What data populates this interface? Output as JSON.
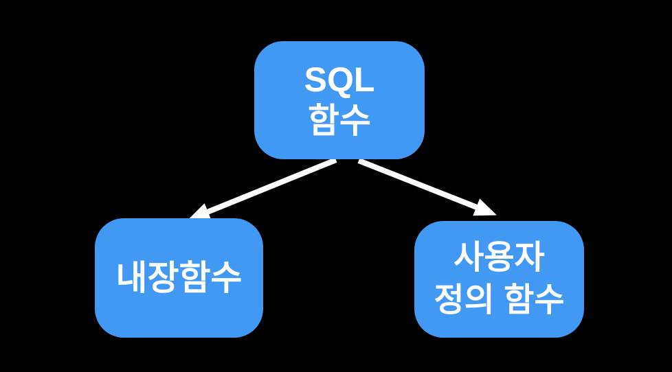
{
  "diagram": {
    "type": "tree-flowchart",
    "colors": {
      "background": "#000000",
      "node_fill": "#4299F4",
      "node_text": "#FFFFFF",
      "arrow": "#FFFFFF"
    },
    "nodes": [
      {
        "id": "sql-function",
        "lines": [
          "SQL",
          "함수"
        ]
      },
      {
        "id": "built-in-function",
        "lines": [
          "내장함수"
        ]
      },
      {
        "id": "user-defined-function",
        "lines": [
          "사용자",
          "정의 함수"
        ]
      }
    ],
    "edges": [
      {
        "from": "sql-function",
        "to": "built-in-function",
        "style": "arrow"
      },
      {
        "from": "sql-function",
        "to": "user-defined-function",
        "style": "arrow"
      }
    ]
  }
}
